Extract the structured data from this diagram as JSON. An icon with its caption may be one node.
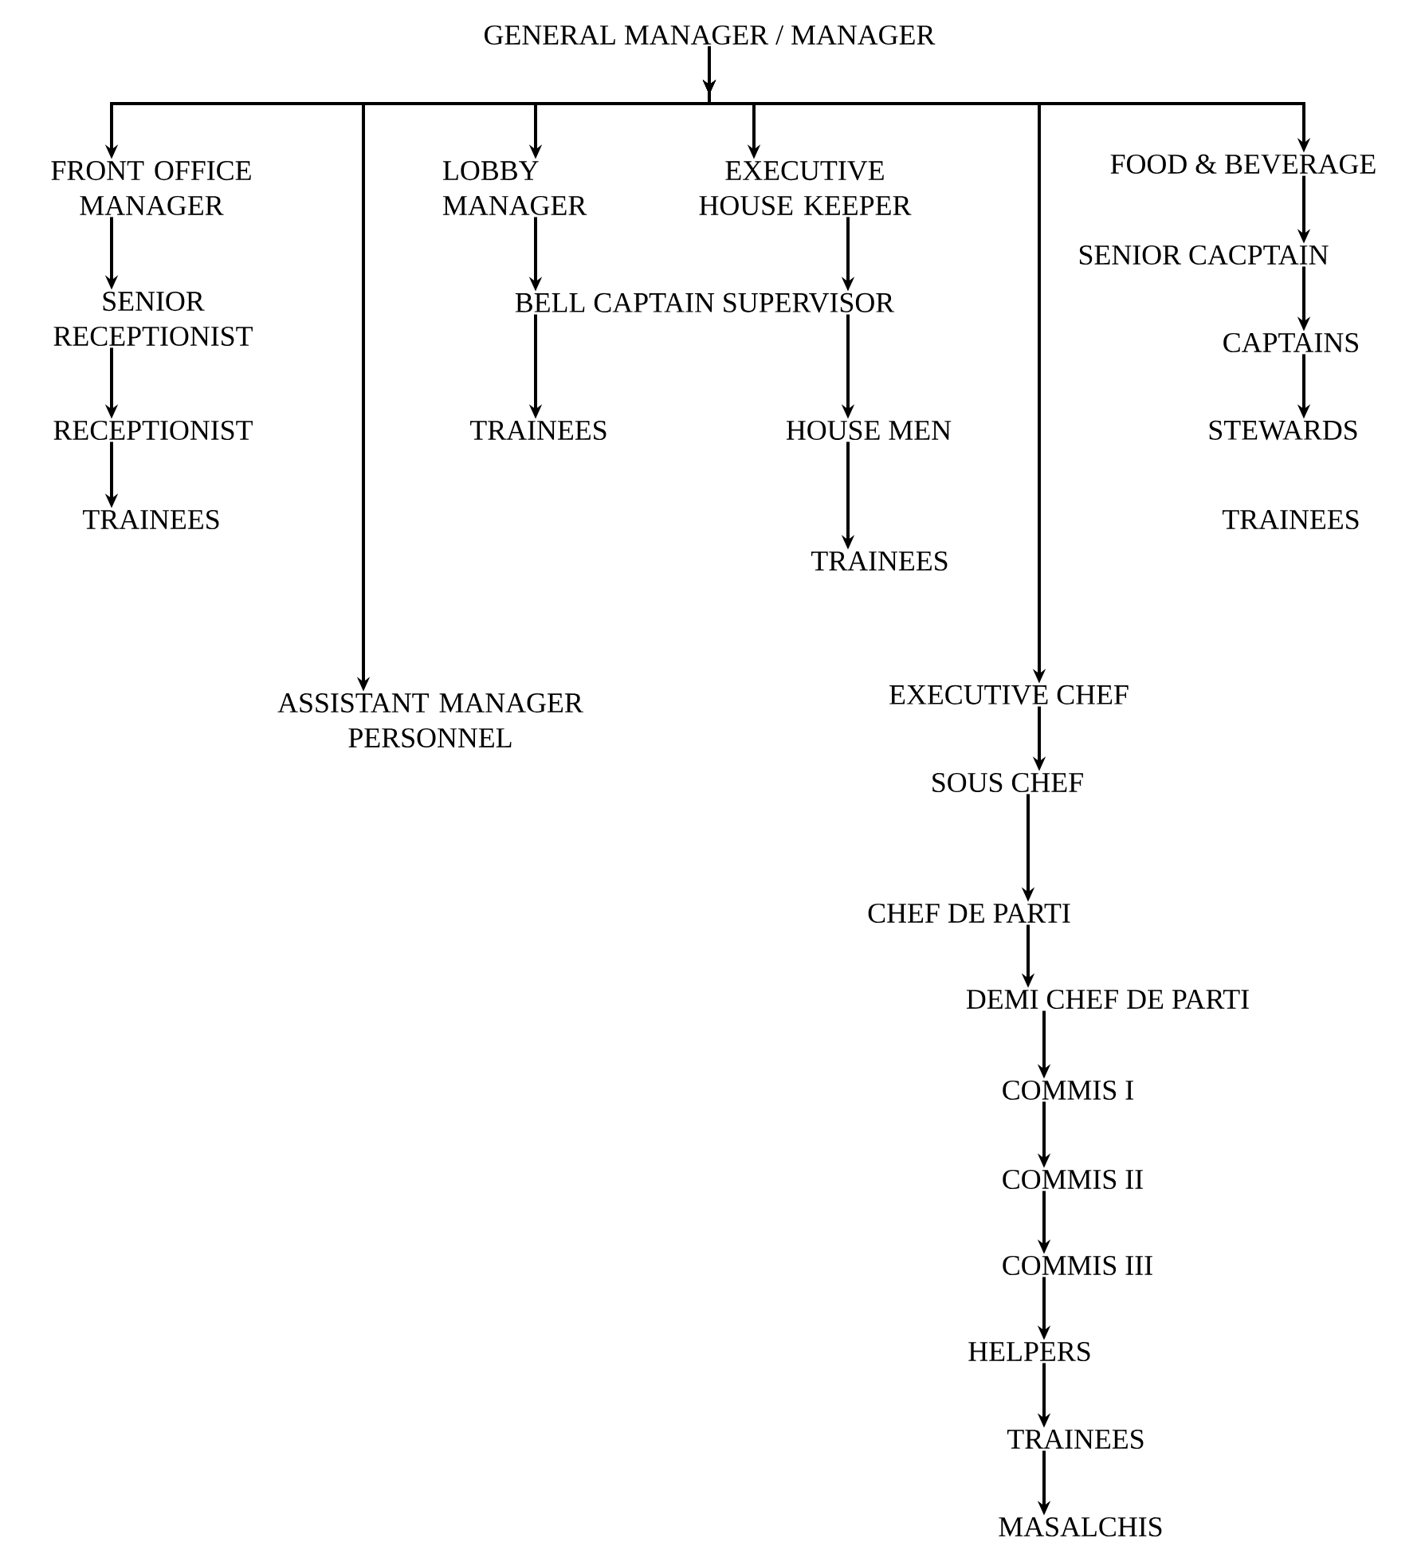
{
  "diagram": {
    "nodes": [
      {
        "text": [
          "GENERAL MANAGER / MANAGER"
        ]
      },
      {
        "text": [
          "FRONT OFFICE MANAGER"
        ]
      },
      {
        "text": [
          "SENIOR RECEPTIONIST"
        ]
      },
      {
        "text": [
          "RECEPTIONIST"
        ]
      },
      {
        "text": [
          "TRAINEES"
        ]
      },
      {
        "text": [
          "LOBBY MANAGER"
        ]
      },
      {
        "text": [
          "BELL CAPTAIN SUPERVISOR"
        ]
      },
      {
        "text": [
          "EXECUTIVE HOUSE KEEPER"
        ]
      },
      {
        "text": [
          "TRAINEES"
        ]
      },
      {
        "text": [
          "HOUSE MEN"
        ]
      },
      {
        "text": [
          "TRAINEES"
        ]
      },
      {
        "text": [
          "FOOD & BEVERAGE"
        ]
      },
      {
        "text": [
          "SENIOR CACPTAIN"
        ]
      },
      {
        "text": [
          "CAPTAINS"
        ]
      },
      {
        "text": [
          "STEWARDS"
        ]
      },
      {
        "text": [
          "TRAINEES"
        ]
      },
      {
        "text": [
          "ASSISTANT MANAGER PERSONNEL"
        ]
      },
      {
        "text": [
          "EXECUTIVE CHEF"
        ]
      },
      {
        "text": [
          "SOUS CHEF"
        ]
      },
      {
        "text": [
          "CHEF DE PARTI"
        ]
      },
      {
        "text": [
          "DEMI CHEF DE PARTI"
        ]
      },
      {
        "text": [
          "COMMIS I"
        ]
      },
      {
        "text": [
          "COMMIS II"
        ]
      },
      {
        "text": [
          "COMMIS III"
        ]
      },
      {
        "text": [
          "HELPERS"
        ]
      },
      {
        "text": [
          "TRAINEES"
        ]
      },
      {
        "text": [
          "MASALCHIS"
        ]
      }
    ],
    "edges": [
      {
        "from": 0,
        "to": 1,
        "arrow": "to"
      },
      {
        "from": 0,
        "to": 16,
        "arrow": "to"
      },
      {
        "from": 0,
        "to": 5,
        "arrow": "to"
      },
      {
        "from": 0,
        "to": 7,
        "arrow": "to"
      },
      {
        "from": 0,
        "to": 17,
        "arrow": "to"
      },
      {
        "from": 0,
        "to": 11,
        "arrow": "to"
      },
      {
        "from": 1,
        "to": 2,
        "arrow": "to"
      },
      {
        "from": 2,
        "to": 3,
        "arrow": "to"
      },
      {
        "from": 3,
        "to": 4,
        "arrow": "to"
      },
      {
        "from": 5,
        "to": 6,
        "arrow": "to"
      },
      {
        "from": 6,
        "to": 8,
        "arrow": "to"
      },
      {
        "from": 7,
        "to": 6,
        "arrow": "to"
      },
      {
        "from": 6,
        "to": 9,
        "arrow": "to"
      },
      {
        "from": 9,
        "to": 10,
        "arrow": "to"
      },
      {
        "from": 11,
        "to": 12,
        "arrow": "to"
      },
      {
        "from": 12,
        "to": 13,
        "arrow": "to"
      },
      {
        "from": 13,
        "to": 14,
        "arrow": "to"
      },
      {
        "from": 17,
        "to": 18,
        "arrow": "to"
      },
      {
        "from": 18,
        "to": 19,
        "arrow": "to"
      },
      {
        "from": 19,
        "to": 20,
        "arrow": "to"
      },
      {
        "from": 20,
        "to": 21,
        "arrow": "to"
      },
      {
        "from": 21,
        "to": 22,
        "arrow": "to"
      },
      {
        "from": 22,
        "to": 23,
        "arrow": "to"
      },
      {
        "from": 23,
        "to": 24,
        "arrow": "to"
      },
      {
        "from": 24,
        "to": 25,
        "arrow": "to"
      },
      {
        "from": 25,
        "to": 26,
        "arrow": "to"
      }
    ]
  }
}
